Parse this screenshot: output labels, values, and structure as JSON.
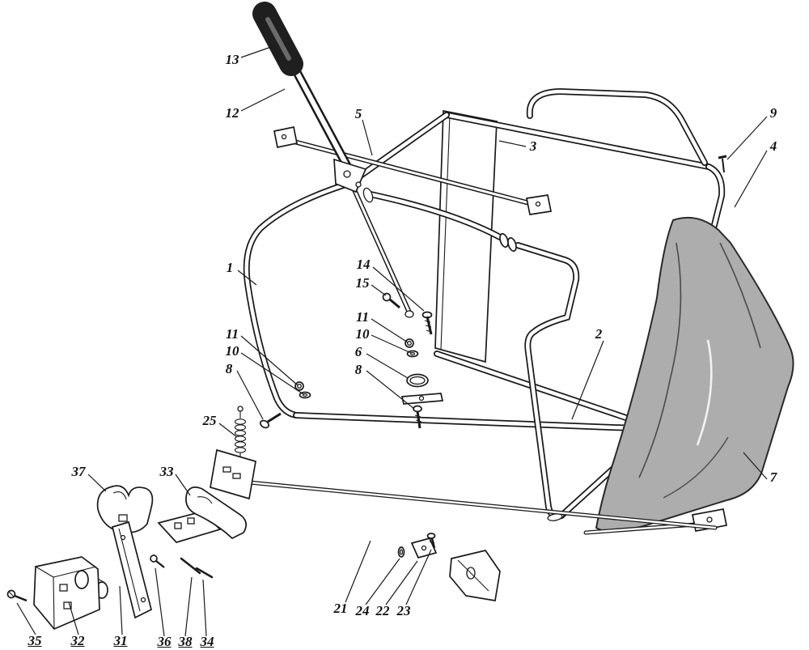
{
  "diagram": {
    "type": "exploded-parts-diagram",
    "subject": "grass-catcher-bagger-assembly",
    "background_color": "#ffffff",
    "line_color": "#1a1a1a",
    "bag_color": "#adadad",
    "labels": [
      {
        "text": "13"
      },
      {
        "text": "12"
      },
      {
        "text": "5"
      },
      {
        "text": "3"
      },
      {
        "text": "9"
      },
      {
        "text": "4"
      },
      {
        "text": "1"
      },
      {
        "text": "14"
      },
      {
        "text": "15"
      },
      {
        "text": "11"
      },
      {
        "text": "10"
      },
      {
        "text": "6"
      },
      {
        "text": "8"
      },
      {
        "text": "11"
      },
      {
        "text": "10"
      },
      {
        "text": "8"
      },
      {
        "text": "2"
      },
      {
        "text": "25"
      },
      {
        "text": "37"
      },
      {
        "text": "33"
      },
      {
        "text": "7"
      },
      {
        "text": "21"
      },
      {
        "text": "24"
      },
      {
        "text": "22"
      },
      {
        "text": "23"
      },
      {
        "text": "35"
      },
      {
        "text": "32"
      },
      {
        "text": "31"
      },
      {
        "text": "36"
      },
      {
        "text": "38"
      },
      {
        "text": "34"
      }
    ]
  }
}
